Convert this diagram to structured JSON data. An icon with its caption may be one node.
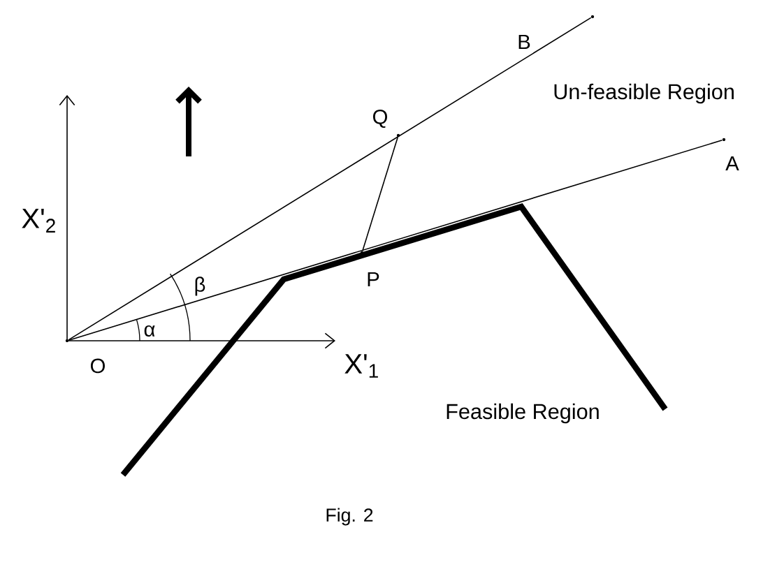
{
  "diagram": {
    "caption": "Fig. 2",
    "nodes": [
      {
        "text": [],
        "shape": "point",
        "beside": [
          "O"
        ]
      },
      {
        "text": [],
        "shape": "point",
        "beside": [
          "A"
        ]
      },
      {
        "text": [],
        "shape": "point",
        "beside": [
          "B"
        ]
      },
      {
        "text": [],
        "shape": "point",
        "beside": [
          "P"
        ]
      },
      {
        "text": [],
        "shape": "point",
        "beside": [
          "Q"
        ]
      }
    ],
    "edges": [
      {
        "from": 0,
        "to": 1,
        "arrow": "none"
      },
      {
        "from": 0,
        "to": 2,
        "arrow": "none"
      },
      {
        "from": 3,
        "to": 4,
        "arrow": "none"
      }
    ],
    "labels": [
      "Un-feasible Region",
      "X'$_{2}$",
      "β",
      "α",
      "X'$_{1}$",
      "Feasible Region"
    ]
  }
}
